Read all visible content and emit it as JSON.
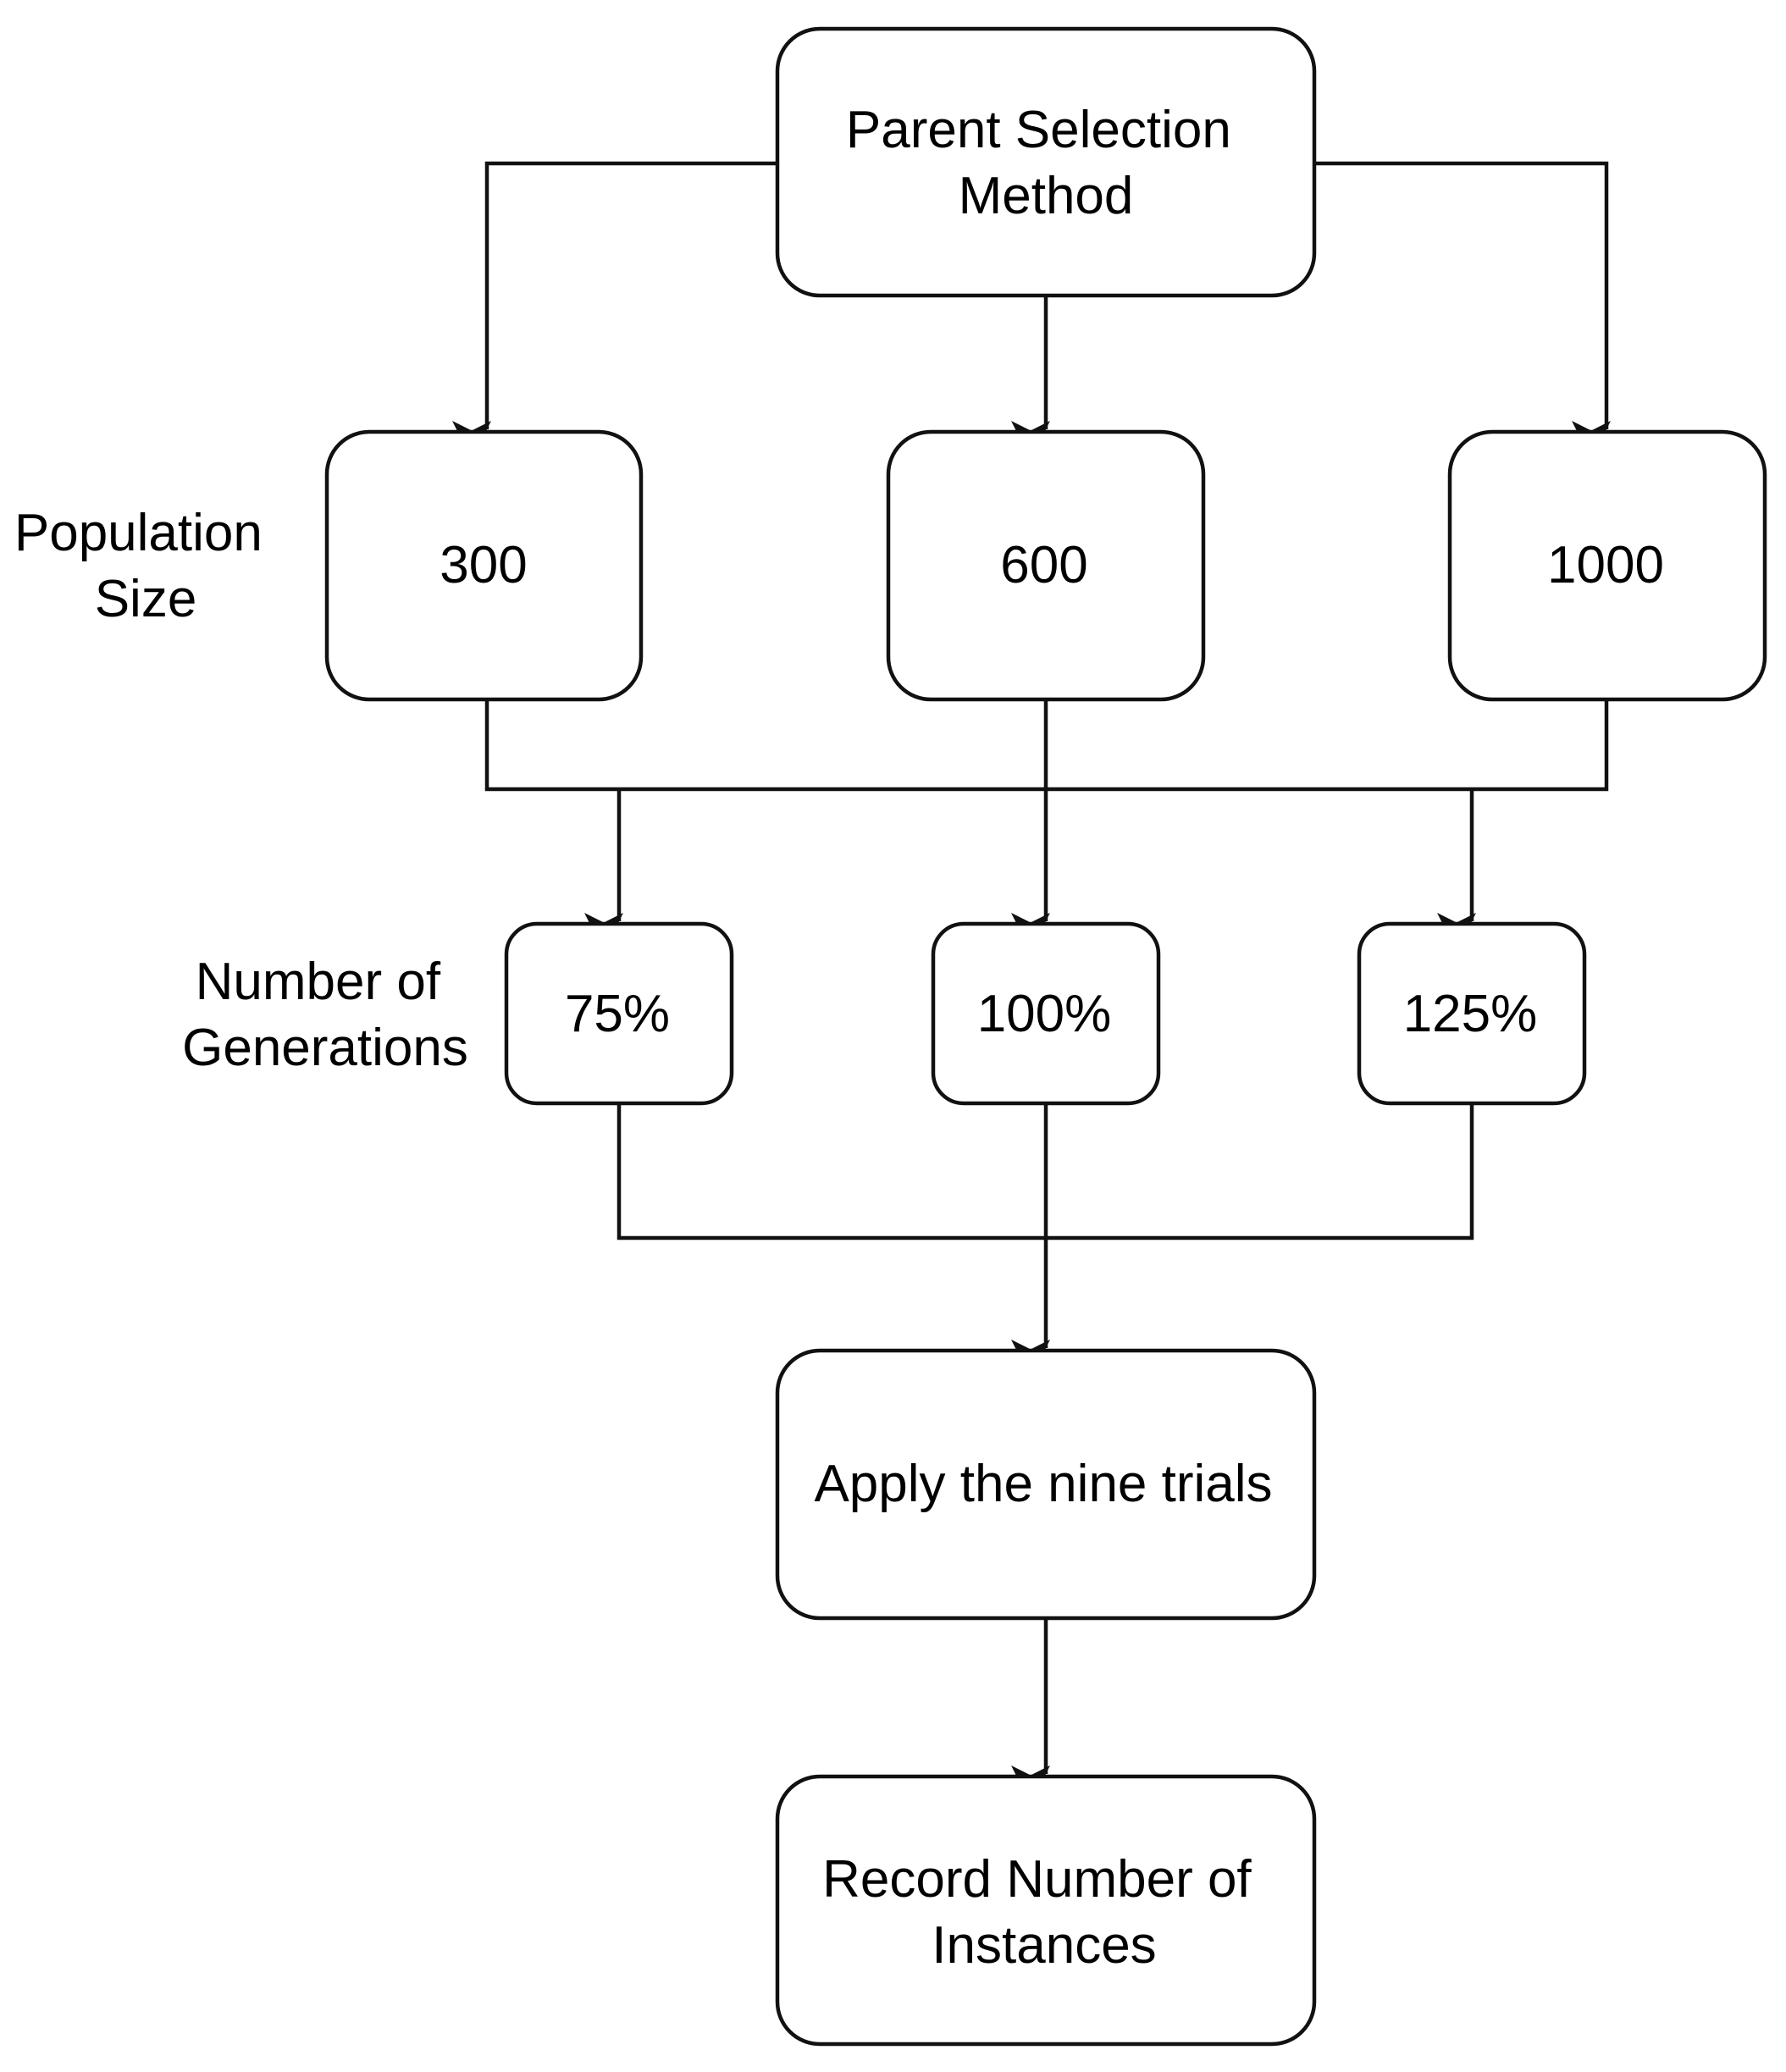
{
  "diagram": {
    "type": "flowchart",
    "colors": {
      "stroke": "#111111",
      "box_fill": "#ffffff",
      "text": "#000000",
      "background": "#ffffff"
    },
    "nodes": {
      "parent_selection": [
        "Parent Selection",
        "Method"
      ],
      "pop_300": "300",
      "pop_600": "600",
      "pop_1000": "1000",
      "gen_75": "75%",
      "gen_100": "100%",
      "gen_125": "125%",
      "apply_trials": "Apply the nine trials",
      "record_instances": [
        "Record Number of",
        "Instances"
      ]
    },
    "row_labels": {
      "population_size": [
        "Population",
        "Size"
      ],
      "number_of_generations": [
        "Number of",
        "Generations"
      ]
    },
    "edges": [
      {
        "from": "parent_selection",
        "to": "pop_300"
      },
      {
        "from": "parent_selection",
        "to": "pop_600"
      },
      {
        "from": "parent_selection",
        "to": "pop_1000"
      },
      {
        "from": "pop_300",
        "to": "gen_75"
      },
      {
        "from": "pop_600",
        "to": "gen_100"
      },
      {
        "from": "pop_1000",
        "to": "gen_125"
      },
      {
        "from": "gen_75",
        "to": "apply_trials"
      },
      {
        "from": "gen_100",
        "to": "apply_trials"
      },
      {
        "from": "gen_125",
        "to": "apply_trials"
      },
      {
        "from": "apply_trials",
        "to": "record_instances"
      }
    ]
  }
}
